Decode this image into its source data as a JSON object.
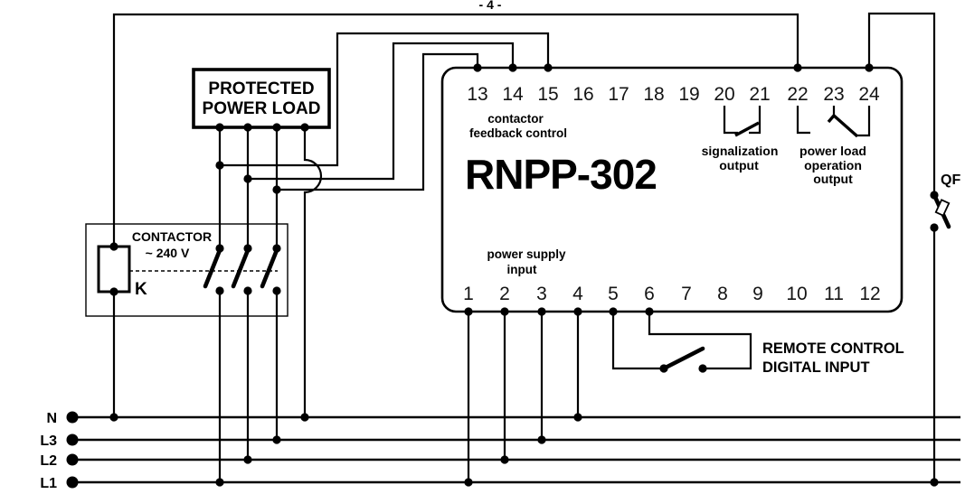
{
  "page": {
    "number": "- 4 -"
  },
  "device": {
    "model": "RNPP-302",
    "terminals_top": [
      "13",
      "14",
      "15",
      "16",
      "17",
      "18",
      "19",
      "20",
      "21",
      "22",
      "23",
      "24"
    ],
    "terminals_bottom": [
      "1",
      "2",
      "3",
      "4",
      "5",
      "6",
      "7",
      "8",
      "9",
      "10",
      "11",
      "12"
    ],
    "labels": {
      "contactor_feedback": [
        "contactor",
        "feedback control"
      ],
      "power_supply": [
        "power supply",
        "input"
      ],
      "signalization": [
        "signalization",
        "output"
      ],
      "power_load": [
        "power load",
        "operation",
        "output"
      ]
    }
  },
  "load_box": {
    "lines": [
      "PROTECTED",
      "POWER LOAD"
    ]
  },
  "contactor_box": {
    "title": "CONTACTOR",
    "voltage": "~ 240 V",
    "coil_label": "K"
  },
  "remote_control": {
    "lines": [
      "REMOTE CONTROL",
      "DIGITAL INPUT"
    ]
  },
  "breaker": {
    "label": "QF"
  },
  "buses": {
    "labels": [
      "N",
      "L3",
      "L2",
      "L1"
    ]
  },
  "colors": {
    "ink": "#000000",
    "background": "#ffffff"
  }
}
